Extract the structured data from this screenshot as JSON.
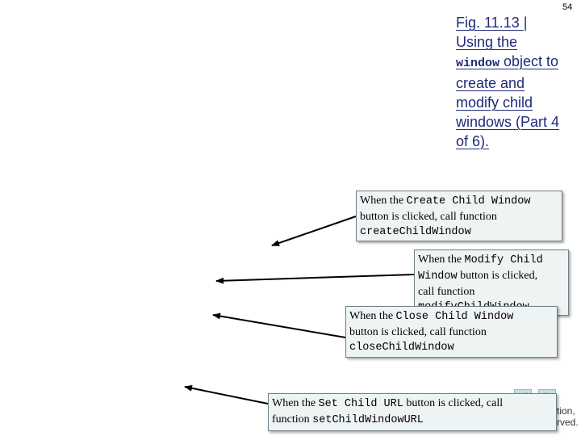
{
  "page_number": "54",
  "caption": {
    "fig_label": "Fig. 11.13 ",
    "separator": "|",
    "line2": "Using the",
    "code_word": "window",
    "after_code": " object to",
    "line4": "create and",
    "line5": "modify child",
    "line6": "windows (Part 4",
    "line7": "of 6)."
  },
  "callouts": {
    "create": {
      "pre": "When the ",
      "code1": "Create Child Window",
      "mid": "button is clicked, call function",
      "code2": "createChildWindow"
    },
    "modify": {
      "pre": "When the ",
      "code1": "Modify Child",
      "code1b": "Window",
      "mid": " button is clicked,",
      "mid2": "call function",
      "code2": "modifyChildWindow"
    },
    "close": {
      "pre": "When the ",
      "code1": "Close Child Window",
      "mid": "button is clicked, call function",
      "code2": "closeChildWindow"
    },
    "seturl": {
      "pre": "When the ",
      "code1": "Set Child URL",
      "mid": " button is clicked, call",
      "mid2": "function ",
      "code2": "setChildWindowURL"
    }
  },
  "footer": {
    "copyright_line1": "tion,",
    "copyright_line2": "rved."
  }
}
